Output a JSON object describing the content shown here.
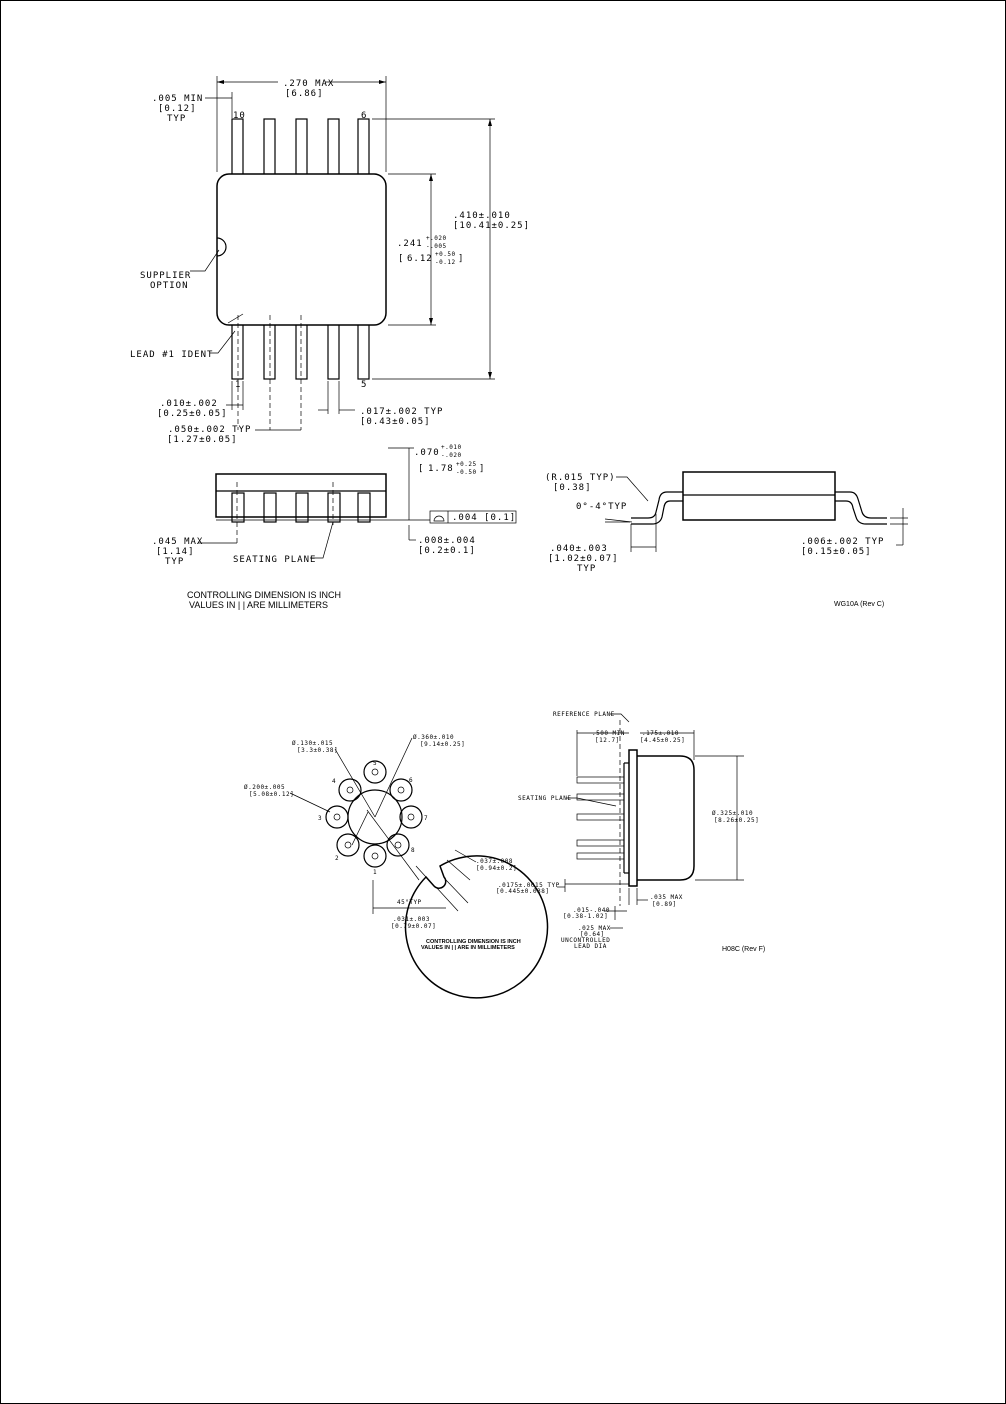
{
  "wg10a": {
    "width_max": ".270  MAX",
    "width_max_mm": "[6.86]",
    "lead_min": ".005 MIN",
    "lead_min_mm": "[0.12]",
    "lead_min_typ": "TYP",
    "pin_10": "10",
    "pin_6": "6",
    "pin_1": "1",
    "pin_5": "5",
    "length": ".410±.010",
    "length_mm": "[10.41±0.25]",
    "body_width": ".241",
    "body_width_tol_plus": "+.020",
    "body_width_tol_minus": "-.005",
    "body_width_mm": "6.12",
    "body_width_mm_tol_plus": "+0.50",
    "body_width_mm_tol_minus": "-0.12",
    "supplier_option_1": "SUPPLIER",
    "supplier_option_2": "OPTION",
    "lead1_ident": "LEAD #1 IDENT",
    "lead_width": ".010±.002",
    "lead_width_mm": "[0.25±0.05]",
    "lead_thick": ".017±.002  TYP",
    "lead_thick_mm": "[0.43±0.05]",
    "pitch": ".050±.002  TYP",
    "pitch_mm": "[1.27±0.05]",
    "height": ".070",
    "height_tol_plus": "+.010",
    "height_tol_minus": "-.020",
    "height_mm": "1.78",
    "height_mm_tol_plus": "+0.25",
    "height_mm_tol_minus": "-0.50",
    "flatness": ".004 [0.1]",
    "standoff_max": ".045 MAX",
    "standoff_max_mm": "[1.14]",
    "standoff_typ": "TYP",
    "seating_plane": "SEATING PLANE",
    "standoff": ".008±.004",
    "standoff_mm": "[0.2±0.1]",
    "radius": "(R.015  TYP)",
    "radius_mm": "[0.38]",
    "angle": "0°-4°TYP",
    "foot": ".040±.003",
    "foot_mm": "[1.02±0.07]",
    "foot_typ": "TYP",
    "lead_t": ".006±.002  TYP",
    "lead_t_mm": "[0.15±0.05]",
    "note_1": "CONTROLLING  DIMENSION  IS  INCH",
    "note_2": "VALUES  IN  |  |  ARE  MILLIMETERS",
    "rev": "WG10A (Rev C)"
  },
  "h08c": {
    "hole_dia": "Ø.130±.015",
    "hole_dia_mm": "[3.3±0.38]",
    "can_dia": "Ø.360±.010",
    "can_dia_mm": "[9.14±0.25]",
    "circle_dia": "Ø.200±.005",
    "circle_dia_mm": "[5.08±0.12]",
    "pins": [
      "1",
      "2",
      "3",
      "4",
      "5",
      "6",
      "7",
      "8"
    ],
    "tab_w": ".037±.008",
    "tab_w_mm": "[0.94±0.2]",
    "tab_angle": "45°TYP",
    "tab_len": ".031±.003",
    "tab_len_mm": "[0.79±0.07]",
    "note_1": "CONTROLLING DIMENSION IS INCH",
    "note_2": "VALUES IN | | ARE IN MILLIMETERS",
    "reference_plane": "REFERENCE PLANE",
    "lead_len": ".500 MIN",
    "lead_len_mm": "[12.7]",
    "can_h": ".175±.010",
    "can_h_mm": "[4.45±0.25]",
    "seating_plane": "SEATING PLANE",
    "side_dia": "Ø.325±.010",
    "side_dia_mm": "[8.26±0.25]",
    "flange": ".0175±.0015  TYP",
    "flange_mm": "[0.445±0.038]",
    "ledge": ".035 MAX",
    "ledge_mm": "[0.89]",
    "lead_zone": ".015-.040",
    "lead_zone_mm": "[0.38-1.02]",
    "uncontrolled_1": ".025 MAX",
    "uncontrolled_2": "[0.64]",
    "uncontrolled_3": "UNCONTROLLED",
    "uncontrolled_4": "LEAD DIA",
    "rev": "H08C (Rev F)"
  }
}
